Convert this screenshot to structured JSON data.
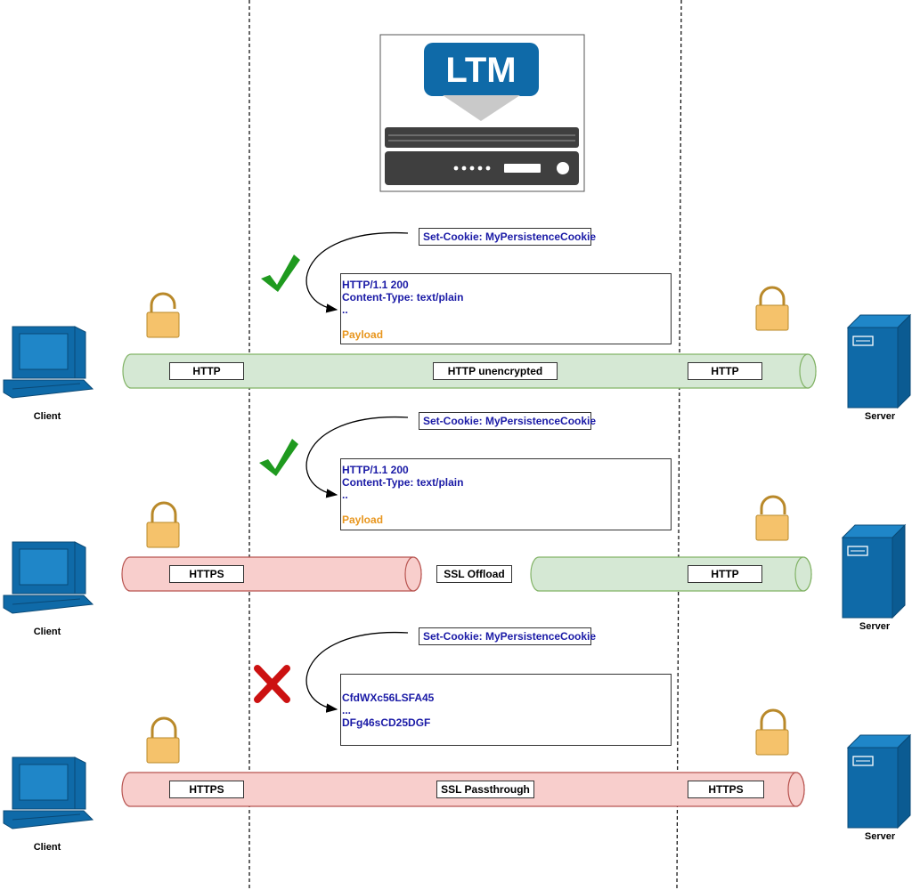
{
  "appliance": {
    "logo_text": "LTM"
  },
  "rows": [
    {
      "client_label": "Client",
      "server_label": "Server",
      "left_label": "HTTP",
      "center_label": "HTTP unencrypted",
      "right_label": "HTTP",
      "cookie": "Set-Cookie: MyPersistenceCookie",
      "message": {
        "line1": "HTTP/1.1 200",
        "line2": "Content-Type: text/plain",
        "line3": "..",
        "payload": "Payload"
      },
      "status": "check"
    },
    {
      "client_label": "Client",
      "server_label": "Server",
      "left_label": "HTTPS",
      "center_label": "SSL Offload",
      "right_label": "HTTP",
      "cookie": "Set-Cookie: MyPersistenceCookie",
      "message": {
        "line1": "HTTP/1.1 200",
        "line2": "Content-Type: text/plain",
        "line3": "..",
        "payload": "Payload"
      },
      "status": "check"
    },
    {
      "client_label": "Client",
      "server_label": "Server",
      "left_label": "HTTPS",
      "center_label": "SSL Passthrough",
      "right_label": "HTTPS",
      "cookie": "Set-Cookie: MyPersistenceCookie",
      "message": {
        "line1": "CfdWXc56LSFA45",
        "line2": "...",
        "line3": "DFg46sCD25DGF"
      },
      "status": "cross"
    }
  ],
  "colors": {
    "http_pipe": "#d5e8d4",
    "http_pipe_border": "#82b366",
    "https_pipe": "#f8cecc",
    "https_pipe_border": "#b85450",
    "lock": "#f5c26b",
    "lock_border": "#b9892a",
    "device": "#0f6aa8",
    "text_blue": "#1a1aa6",
    "payload": "#e8961e",
    "check": "#1f9a1f",
    "cross": "#cc1111"
  }
}
